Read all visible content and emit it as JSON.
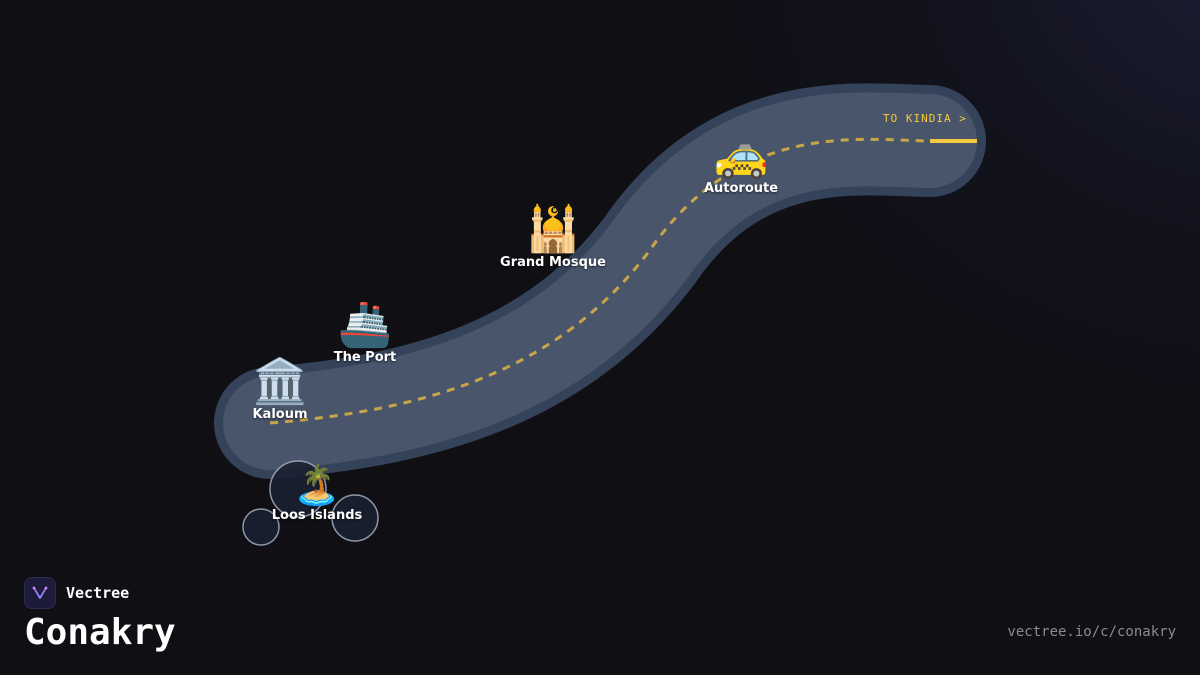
{
  "brand": {
    "name": "Vectree",
    "logo_icon": "vectree-logo-icon"
  },
  "city": {
    "title": "Conakry",
    "url": "vectree.io/c/conakry"
  },
  "route": {
    "exit_label": "TO KINDIA >",
    "road_color": "#48556a",
    "road_border_color": "#34425a",
    "dash_color": "#c9a54a",
    "exit_color": "#f5c842"
  },
  "places": [
    {
      "key": "kaloum",
      "label": "Kaloum",
      "emoji": "🏛️",
      "icon": "government-building-icon"
    },
    {
      "key": "port",
      "label": "The Port",
      "emoji": "🚢",
      "icon": "ship-icon"
    },
    {
      "key": "mosque",
      "label": "Grand Mosque",
      "emoji": "🕌",
      "icon": "mosque-icon"
    },
    {
      "key": "autoroute",
      "label": "Autoroute",
      "emoji": "🚕",
      "icon": "taxi-icon"
    },
    {
      "key": "loos",
      "label": "Loos Islands",
      "emoji": "🏝️",
      "icon": "island-icon"
    }
  ]
}
